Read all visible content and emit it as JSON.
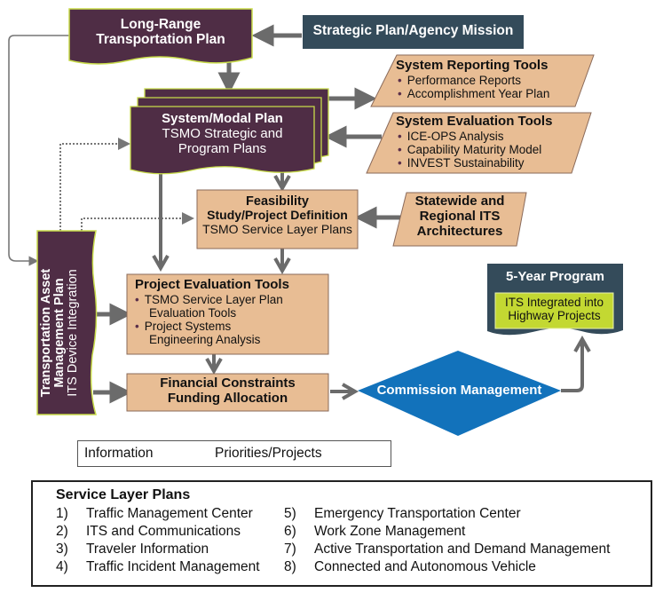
{
  "title": "TSMO Planning Process Flow",
  "colors": {
    "plum": "#4f2d45",
    "plum_border": "#c8dc4a",
    "navy": "#344b5a",
    "tan": "#e8bd94",
    "tan_border": "#8a6a5a",
    "blue": "#1272bb",
    "lime": "#c3d832",
    "arrow": "#6b6b6b"
  },
  "nodes": {
    "long_range_plan": {
      "line1": "Long-Range",
      "line2": "Transportation Plan"
    },
    "strategic_plan": {
      "label": "Strategic Plan/Agency Mission"
    },
    "system_modal_plan": {
      "title": "System/Modal Plan",
      "line2": "TSMO Strategic and",
      "line3": "Program Plans"
    },
    "system_reporting_tools": {
      "title": "System Reporting Tools",
      "items": [
        "Performance Reports",
        "Accomplishment Year Plan"
      ]
    },
    "system_evaluation_tools": {
      "title": "System Evaluation Tools",
      "items": [
        "ICE-OPS Analysis",
        "Capability Maturity Model",
        "INVEST Sustainability"
      ]
    },
    "feasibility": {
      "line1": "Feasibility",
      "line2": "Study/Project Definition",
      "line3": "TSMO Service Layer Plans"
    },
    "its_architectures": {
      "line1": "Statewide and",
      "line2": "Regional ITS",
      "line3": "Architectures"
    },
    "asset_management": {
      "line1": "Transportation Asset",
      "line2": "Management Plan",
      "line3": "ITS Device Integration"
    },
    "project_evaluation_tools": {
      "title": "Project Evaluation Tools",
      "items": [
        {
          "line1": "TSMO Service Layer Plan",
          "line2": "Evaluation Tools"
        },
        {
          "line1": "Project Systems",
          "line2": "Engineering Analysis"
        }
      ]
    },
    "financial": {
      "line1": "Financial Constraints",
      "line2": "Funding Allocation"
    },
    "commission": {
      "label": "Commission Management"
    },
    "five_year_program": {
      "title": "5-Year Program",
      "inner_line1": "ITS Integrated into",
      "inner_line2": "Highway Projects"
    }
  },
  "legend": {
    "information_label": "Information",
    "priorities_label": "Priorities/Projects"
  },
  "service_layer_plans": {
    "title": "Service Layer Plans",
    "items": [
      {
        "num": "1)",
        "label": "Traffic Management Center"
      },
      {
        "num": "2)",
        "label": "ITS and Communications"
      },
      {
        "num": "3)",
        "label": "Traveler Information"
      },
      {
        "num": "4)",
        "label": "Traffic Incident Management"
      },
      {
        "num": "5)",
        "label": "Emergency Transportation Center"
      },
      {
        "num": "6)",
        "label": "Work Zone Management"
      },
      {
        "num": "7)",
        "label": "Active Transportation and Demand Management"
      },
      {
        "num": "8)",
        "label": "Connected and Autonomous Vehicle"
      }
    ]
  }
}
